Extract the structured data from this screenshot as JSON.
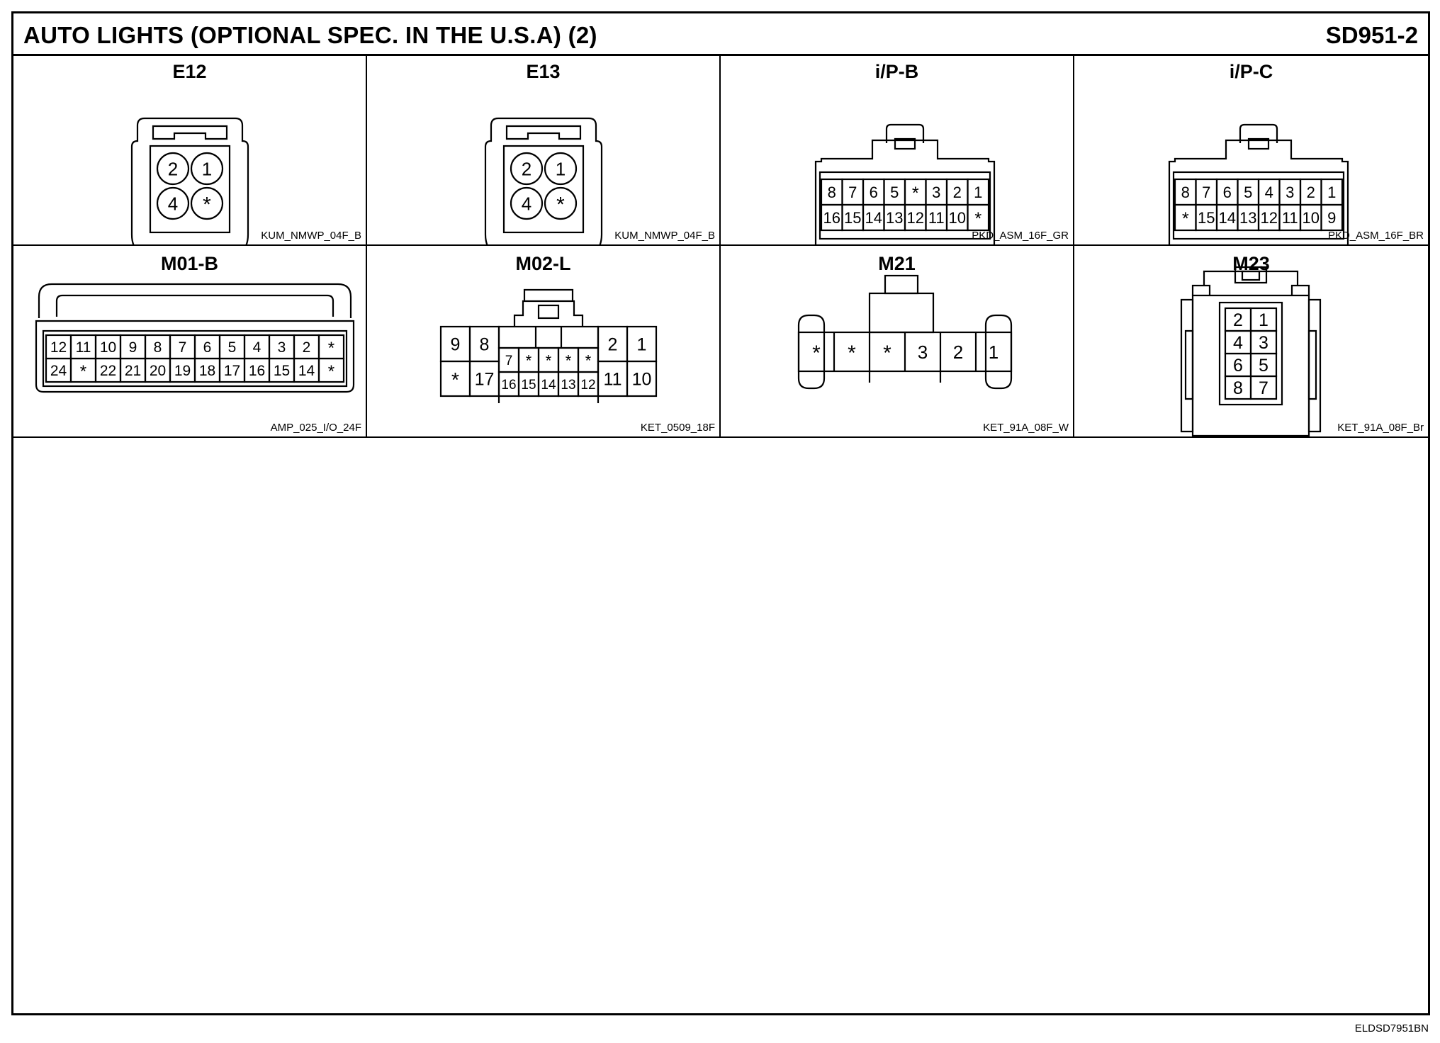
{
  "page": {
    "title": "AUTO LIGHTS (OPTIONAL SPEC. IN THE U.S.A) (2)",
    "code": "SD951-2",
    "footer_code": "ELDSD7951BN"
  },
  "connectors": [
    {
      "name": "E12",
      "part": "KUM_NMWP_04F_B",
      "style": "round4",
      "rows": [
        [
          "2",
          "1"
        ],
        [
          "4",
          "*"
        ]
      ]
    },
    {
      "name": "E13",
      "part": "KUM_NMWP_04F_B",
      "style": "round4",
      "rows": [
        [
          "2",
          "1"
        ],
        [
          "4",
          "*"
        ]
      ]
    },
    {
      "name": "i/P-B",
      "part": "PKD_ASM_16F_GR",
      "style": "grid",
      "rows": [
        [
          "8",
          "7",
          "6",
          "5",
          "*",
          "3",
          "2",
          "1"
        ],
        [
          "16",
          "15",
          "14",
          "13",
          "12",
          "11",
          "10",
          "*"
        ]
      ]
    },
    {
      "name": "i/P-C",
      "part": "PKD_ASM_16F_BR",
      "style": "grid",
      "rows": [
        [
          "8",
          "7",
          "6",
          "5",
          "4",
          "3",
          "2",
          "1"
        ],
        [
          "*",
          "15",
          "14",
          "13",
          "12",
          "11",
          "10",
          "9"
        ]
      ]
    },
    {
      "name": "M01-B",
      "part": "AMP_025_I/O_24F",
      "style": "wide",
      "rows": [
        [
          "12",
          "11",
          "10",
          "9",
          "8",
          "7",
          "6",
          "5",
          "4",
          "3",
          "2",
          "*"
        ],
        [
          "24",
          "*",
          "22",
          "21",
          "20",
          "19",
          "18",
          "17",
          "16",
          "15",
          "14",
          "*"
        ]
      ]
    },
    {
      "name": "M02-L",
      "part": "KET_0509_18F",
      "style": "stepped",
      "left": [
        [
          "9",
          "8"
        ],
        [
          "*",
          "17"
        ]
      ],
      "middle": [
        [
          "7",
          "*",
          "*",
          "*",
          "*"
        ],
        [
          "16",
          "15",
          "14",
          "13",
          "12"
        ]
      ],
      "right": [
        [
          "2",
          "1"
        ],
        [
          "11",
          "10"
        ]
      ]
    },
    {
      "name": "M21",
      "part": "KET_91A_08F_W",
      "style": "single",
      "rows": [
        [
          "*",
          "*",
          "*",
          "3",
          "2",
          "1"
        ]
      ]
    },
    {
      "name": "M23",
      "part": "KET_91A_08F_Br",
      "style": "tall",
      "rows": [
        [
          "2",
          "1"
        ],
        [
          "4",
          "3"
        ],
        [
          "6",
          "5"
        ],
        [
          "8",
          "7"
        ]
      ]
    }
  ]
}
